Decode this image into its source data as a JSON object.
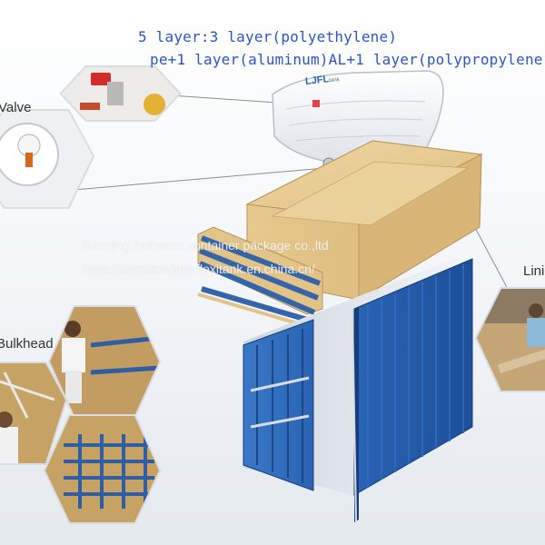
{
  "caption": {
    "line1": "5 layer:3 layer(polyethylene)",
    "line2": "pe+1 layer(aluminum)AL+1 layer(polypropylene)"
  },
  "labels": {
    "valve": "Valve",
    "lining": "Lining",
    "bulkhead": "Bulkhead"
  },
  "watermark": {
    "company": "Gaoqing Anthente container package co.,ltd",
    "url": "https://containerlinerflexitank.en.china.cn/"
  },
  "bag": {
    "brand": "LJFL",
    "brand_suffix": "tank"
  },
  "colors": {
    "container_blue": "#2a64b4",
    "liner_tan": "#e6c88c",
    "strap_blue": "#3564a8",
    "caption_blue": "#2e55c8",
    "hex_border": "#d9dde2"
  },
  "icons": [
    "valve-photo",
    "valve-detail-photo",
    "bulkhead-install-photo",
    "bulkhead-frame-photo",
    "lining-install-photo"
  ]
}
